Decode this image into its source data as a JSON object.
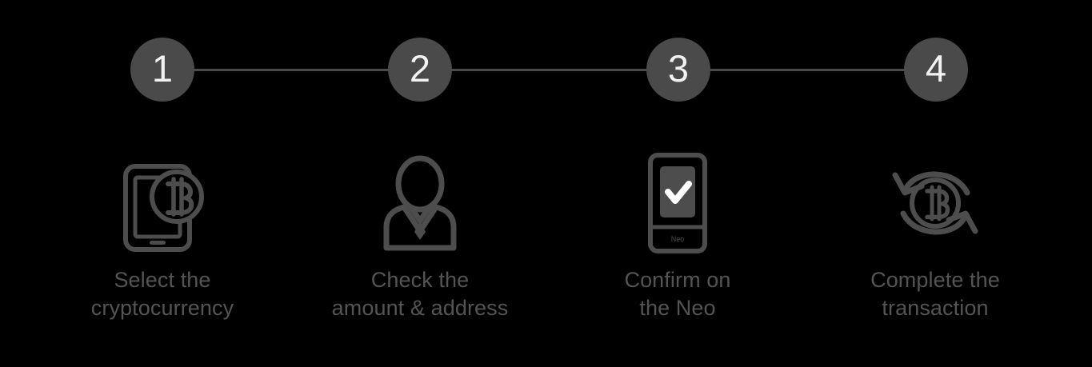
{
  "page": {
    "background_color": "#000000",
    "accent_color": "#4a4a4a",
    "text_color": "#545454",
    "number_color": "#f2f2f2"
  },
  "stepper": {
    "name": "transaction-steps",
    "total_steps": 4,
    "steps": [
      {
        "number": "1",
        "icon": "smartphone-bitcoin-icon",
        "caption_line1": "Select the",
        "caption_line2": "cryptocurrency"
      },
      {
        "number": "2",
        "icon": "person-suit-icon",
        "caption_line1": "Check the",
        "caption_line2": "amount & address"
      },
      {
        "number": "3",
        "icon": "hardware-wallet-check-icon",
        "caption_line1": "Confirm on",
        "caption_line2": "the Neo",
        "device_label": "Neo"
      },
      {
        "number": "4",
        "icon": "bitcoin-exchange-arrows-icon",
        "caption_line1": "Complete the",
        "caption_line2": "transaction"
      }
    ]
  }
}
